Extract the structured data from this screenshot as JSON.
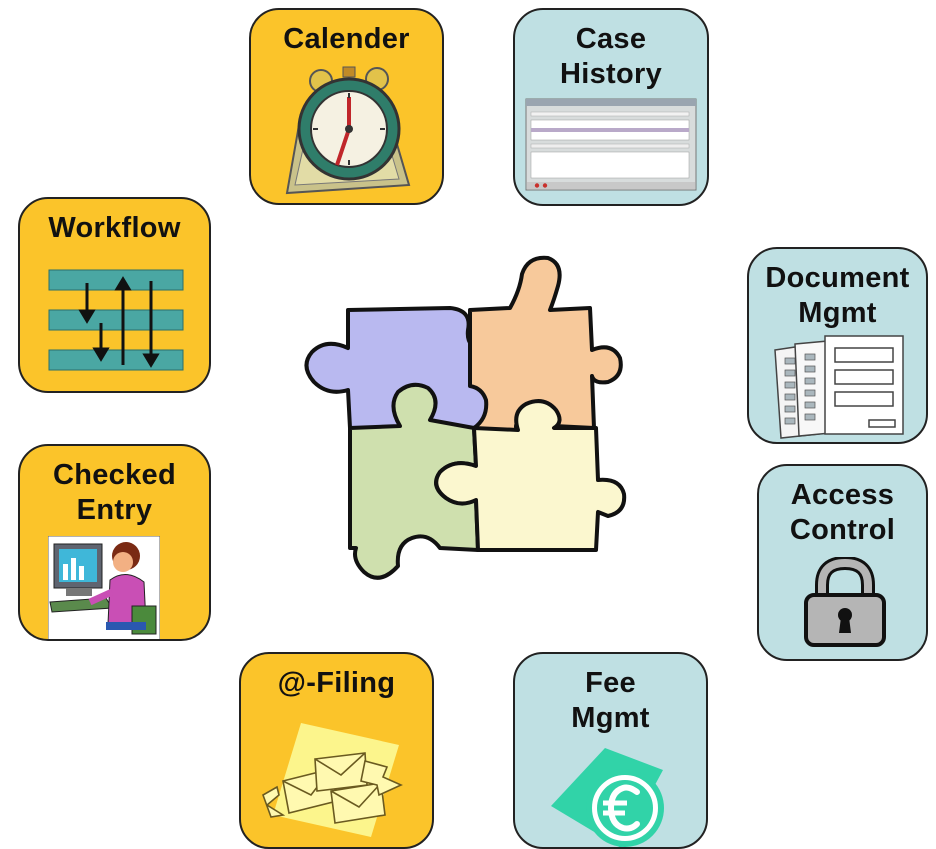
{
  "tiles": {
    "calender": {
      "label": "Calender"
    },
    "case_history": {
      "label": "Case\nHistory"
    },
    "workflow": {
      "label": "Workflow"
    },
    "document_mgmt": {
      "label": "Document\nMgmt"
    },
    "checked_entry": {
      "label": "Checked\nEntry"
    },
    "access_control": {
      "label": "Access\nControl"
    },
    "e_filing": {
      "label": "@-Filing"
    },
    "fee_mgmt": {
      "label": "Fee\nMgmt"
    }
  },
  "icons": {
    "calender": "alarm-clock-icon",
    "case_history": "app-window-screenshot-icon",
    "workflow": "workflow-arrows-icon",
    "document_mgmt": "forms-documents-icon",
    "checked_entry": "person-at-computer-icon",
    "access_control": "padlock-icon",
    "e_filing": "envelopes-icon",
    "fee_mgmt": "euro-coin-icon",
    "center": "jigsaw-puzzle-icon"
  },
  "colors": {
    "tile_gold": "#fbc42a",
    "tile_teal": "#bfe0e3",
    "puzzle_purple": "#b9b9f0",
    "puzzle_orange": "#f7c99b",
    "puzzle_green": "#cfe0ae",
    "puzzle_yellow": "#fbf7cf",
    "euro_green": "#31d3a8"
  }
}
